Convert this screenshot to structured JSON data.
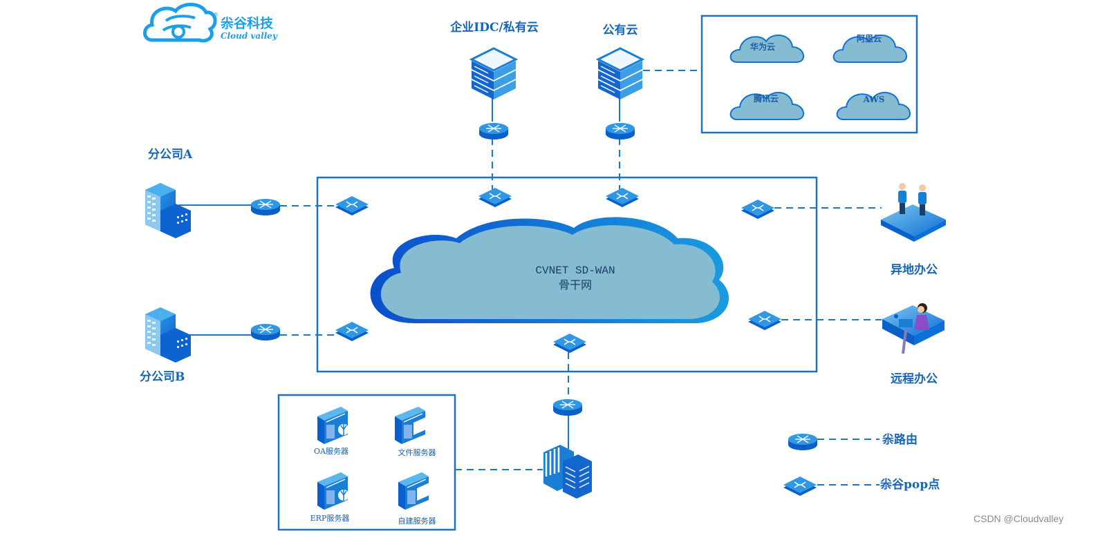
{
  "logo": {
    "brand_cn": "尜谷科技",
    "brand_en": "Cloud valley",
    "registered_mark": "®",
    "icon": "cloud-logo-icon"
  },
  "top": {
    "idc_label": "企业IDC/私有云",
    "public_cloud_label": "公有云",
    "public_clouds": [
      "华为云",
      "阿里云",
      "腾讯云",
      "AWS"
    ]
  },
  "branches": {
    "a_label": "分公司A",
    "b_label": "分公司B"
  },
  "core": {
    "line1": "CVNET  SD-WAN",
    "line2": "骨干网"
  },
  "remote": {
    "offsite_label": "异地办公",
    "remote_label": "远程办公"
  },
  "servers": {
    "items": [
      "OA服务器",
      "文件服务器",
      "ERP服务器",
      "自建服务器"
    ]
  },
  "legend": {
    "router_label": "尜路由",
    "pop_label": "尜谷pop点"
  },
  "watermark": "CSDN @Cloudvalley",
  "colors": {
    "line_blue": "#1b76c6",
    "device_blue": "#1a7fd4",
    "cloud_fill": "#86bcd2",
    "cloud_edge": "#0a5fd0",
    "label_blue": "#1766b5"
  }
}
